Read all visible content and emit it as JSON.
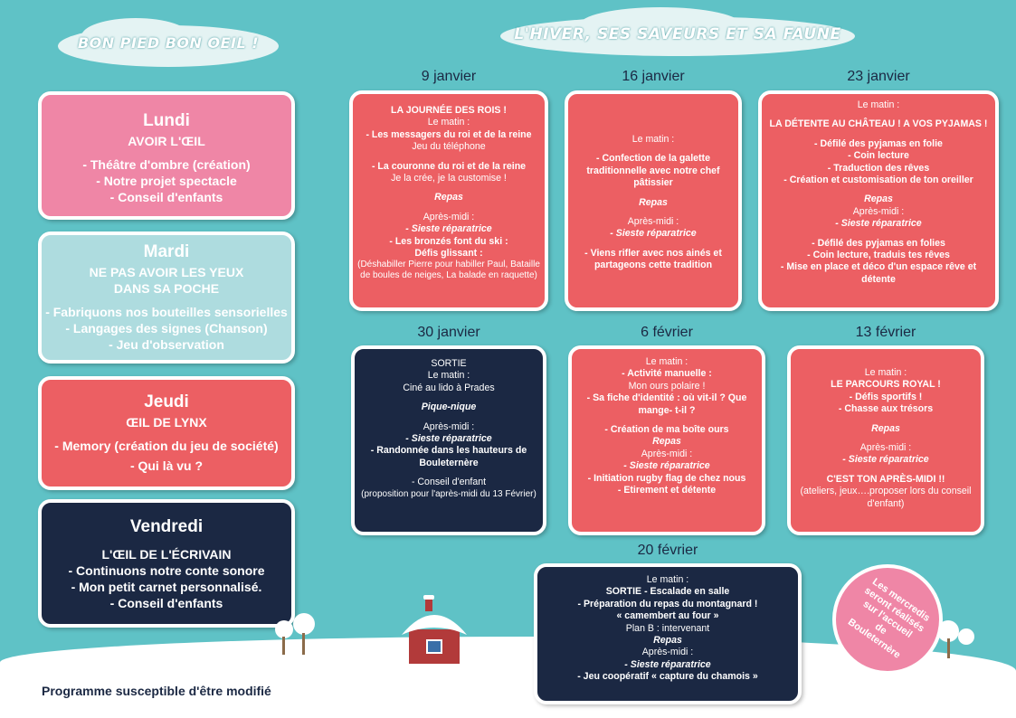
{
  "left_title": "BON PIED BON OEIL !",
  "right_title": "L'HIVER, SES SAVEURS ET SA FAUNE",
  "left_cards": [
    {
      "day": "Lundi",
      "theme": "AVOIR L'ŒIL",
      "activities": [
        "- Théâtre d'ombre (création)",
        "- Notre projet spectacle",
        "- Conseil d'enfants"
      ]
    },
    {
      "day": "Mardi",
      "theme": "NE PAS AVOIR LES YEUX DANS SA POCHE",
      "activities": [
        "- Fabriquons nos bouteilles sensorielles",
        "- Langages des signes (Chanson)",
        "- Jeu d'observation"
      ]
    },
    {
      "day": "Jeudi",
      "theme": "ŒIL DE LYNX",
      "activities": [
        "- Memory (création du jeu de société)",
        "- Qui là vu ?"
      ]
    },
    {
      "day": "Vendredi",
      "theme": "L'ŒIL DE L'ÉCRIVAIN",
      "activities": [
        "- Continuons notre conte sonore",
        "- Mon petit carnet personnalisé.",
        "- Conseil d'enfants"
      ]
    }
  ],
  "weeks": [
    {
      "date": "9 janvier",
      "lines": [
        {
          "t": "LA JOURNÉE DES ROIS !",
          "s": "b"
        },
        {
          "t": "Le matin :",
          "s": ""
        },
        {
          "t": "- Les messagers du roi et de la reine",
          "s": "b"
        },
        {
          "t": "Jeu du téléphone",
          "s": ""
        },
        {
          "t": "",
          "s": "sp"
        },
        {
          "t": "- La couronne du roi et de la reine",
          "s": "b"
        },
        {
          "t": "Je la crée, je la customise !",
          "s": ""
        },
        {
          "t": "",
          "s": "sp"
        },
        {
          "t": "Repas",
          "s": "i"
        },
        {
          "t": "",
          "s": "sp"
        },
        {
          "t": "Après-midi :",
          "s": ""
        },
        {
          "t": "- Sieste réparatrice",
          "s": "i"
        },
        {
          "t": "- Les bronzés font du ski :",
          "s": "b"
        },
        {
          "t": "Défis glissant :",
          "s": "b"
        },
        {
          "t": "(Déshabiller Pierre pour habiller Paul, Bataille de boules de neiges, La balade en raquette)",
          "s": "sm"
        }
      ]
    },
    {
      "date": "16 janvier",
      "lines": [
        {
          "t": "Le matin :",
          "s": ""
        },
        {
          "t": "",
          "s": "sp"
        },
        {
          "t": "- Confection de la galette traditionnelle avec notre chef pâtissier",
          "s": "b"
        },
        {
          "t": "",
          "s": "sp"
        },
        {
          "t": "Repas",
          "s": "i"
        },
        {
          "t": "",
          "s": "sp"
        },
        {
          "t": "Après-midi :",
          "s": ""
        },
        {
          "t": "- Sieste réparatrice",
          "s": "i"
        },
        {
          "t": "",
          "s": "sp"
        },
        {
          "t": "- Viens rifler avec nos ainés et partageons cette tradition",
          "s": "b"
        }
      ]
    },
    {
      "date": "23 janvier",
      "lines": [
        {
          "t": "Le matin :",
          "s": ""
        },
        {
          "t": "",
          "s": "sp"
        },
        {
          "t": "LA DÉTENTE AU CHÂTEAU ! A VOS PYJAMAS !",
          "s": "b"
        },
        {
          "t": "",
          "s": "sp"
        },
        {
          "t": "- Défilé des pyjamas en folie",
          "s": "b"
        },
        {
          "t": "- Coin lecture",
          "s": "b"
        },
        {
          "t": "- Traduction des rêves",
          "s": "b"
        },
        {
          "t": "- Création et customisation de ton oreiller",
          "s": "b"
        },
        {
          "t": "",
          "s": "sp"
        },
        {
          "t": "Repas",
          "s": "i"
        },
        {
          "t": "Après-midi :",
          "s": ""
        },
        {
          "t": "- Sieste réparatrice",
          "s": "i"
        },
        {
          "t": "",
          "s": "sp"
        },
        {
          "t": "- Défilé des pyjamas en folies",
          "s": "b"
        },
        {
          "t": "- Coin lecture, traduis tes rêves",
          "s": "b"
        },
        {
          "t": "- Mise en place et déco d'un espace rêve et détente",
          "s": "b"
        }
      ]
    },
    {
      "date": "30 janvier",
      "lines": [
        {
          "t": "SORTIE",
          "s": ""
        },
        {
          "t": "Le matin :",
          "s": ""
        },
        {
          "t": "Ciné au lido à Prades",
          "s": ""
        },
        {
          "t": "",
          "s": "sp"
        },
        {
          "t": "Pique-nique",
          "s": "i"
        },
        {
          "t": "",
          "s": "sp"
        },
        {
          "t": "Après-midi :",
          "s": ""
        },
        {
          "t": "- Sieste réparatrice",
          "s": "i"
        },
        {
          "t": "- Randonnée dans les hauteurs de Bouleternère",
          "s": "b"
        },
        {
          "t": "",
          "s": "sp"
        },
        {
          "t": "- Conseil d'enfant",
          "s": ""
        },
        {
          "t": "(proposition pour l'après-midi du 13 Février)",
          "s": "sm"
        }
      ]
    },
    {
      "date": "6 février",
      "lines": [
        {
          "t": "Le matin :",
          "s": ""
        },
        {
          "t": "- Activité manuelle :",
          "s": "b"
        },
        {
          "t": "Mon ours polaire !",
          "s": ""
        },
        {
          "t": "- Sa fiche d'identité : où vit-il ? Que mange- t-il ?",
          "s": "b"
        },
        {
          "t": "",
          "s": "sp"
        },
        {
          "t": "- Création de ma boîte ours",
          "s": "b"
        },
        {
          "t": "Repas",
          "s": "i"
        },
        {
          "t": "Après-midi :",
          "s": ""
        },
        {
          "t": "- Sieste réparatrice",
          "s": "i"
        },
        {
          "t": "- Initiation rugby flag de chez nous",
          "s": "b"
        },
        {
          "t": "- Etirement et détente",
          "s": "b"
        }
      ]
    },
    {
      "date": "13 février",
      "lines": [
        {
          "t": "Le matin :",
          "s": ""
        },
        {
          "t": "LE PARCOURS ROYAL !",
          "s": "b"
        },
        {
          "t": "- Défis sportifs !",
          "s": "b"
        },
        {
          "t": "- Chasse aux trésors",
          "s": "b"
        },
        {
          "t": "",
          "s": "sp"
        },
        {
          "t": "Repas",
          "s": "i"
        },
        {
          "t": "",
          "s": "sp"
        },
        {
          "t": "Après-midi :",
          "s": ""
        },
        {
          "t": "- Sieste réparatrice",
          "s": "i"
        },
        {
          "t": "",
          "s": "sp"
        },
        {
          "t": "C'EST TON APRÈS-MIDI !!",
          "s": "b"
        },
        {
          "t": "(ateliers, jeux….proposer lors du conseil d'enfant)",
          "s": ""
        }
      ]
    },
    {
      "date": "20 février",
      "lines": [
        {
          "t": "Le matin :",
          "s": ""
        },
        {
          "t": "SORTIE -  Escalade en salle",
          "s": "b"
        },
        {
          "t": "- Préparation du repas du montagnard !",
          "s": "b"
        },
        {
          "t": "« camembert au four »",
          "s": "b"
        },
        {
          "t": "Plan B : intervenant",
          "s": ""
        },
        {
          "t": "Repas",
          "s": "i"
        },
        {
          "t": "Après-midi :",
          "s": ""
        },
        {
          "t": "- Sieste réparatrice",
          "s": "i"
        },
        {
          "t": "- Jeu coopératif « capture du chamois »",
          "s": "b"
        }
      ]
    }
  ],
  "badge_text": [
    "Les mercredis",
    "seront réalisés",
    "sur l'accueil",
    "de",
    "Bouleternère"
  ],
  "footer": "Programme susceptible d'être modifié"
}
